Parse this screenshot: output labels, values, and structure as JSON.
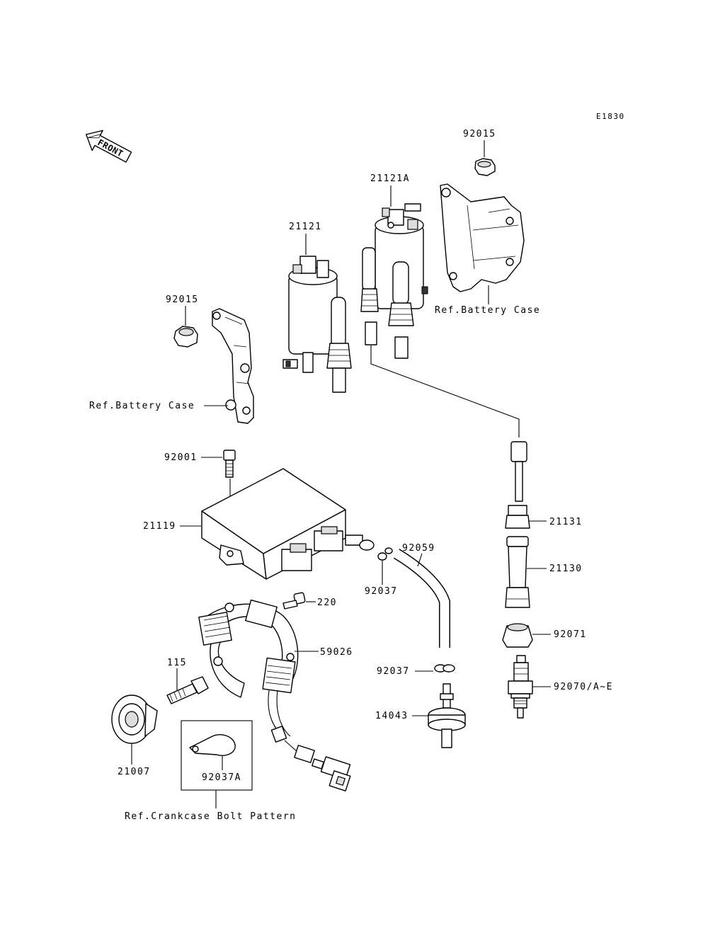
{
  "diagram_code": "E1830",
  "front_arrow_text": "FRONT",
  "labels": {
    "p92015_top": "92015",
    "p21121A": "21121A",
    "p21121": "21121",
    "ref_battery_case_right": "Ref.Battery Case",
    "p92015_left": "92015",
    "ref_battery_case_left": "Ref.Battery Case",
    "p92001": "92001",
    "p21119": "21119",
    "p21131": "21131",
    "p21130": "21130",
    "p92059": "92059",
    "p92037_upper": "92037",
    "p220": "220",
    "p92071": "92071",
    "p59026": "59026",
    "p115": "115",
    "p92037_lower": "92037",
    "p92070": "92070/A~E",
    "p14043": "14043",
    "p21007": "21007",
    "p92037A": "92037A",
    "ref_crankcase_bolt_pattern": "Ref.Crankcase Bolt Pattern"
  }
}
